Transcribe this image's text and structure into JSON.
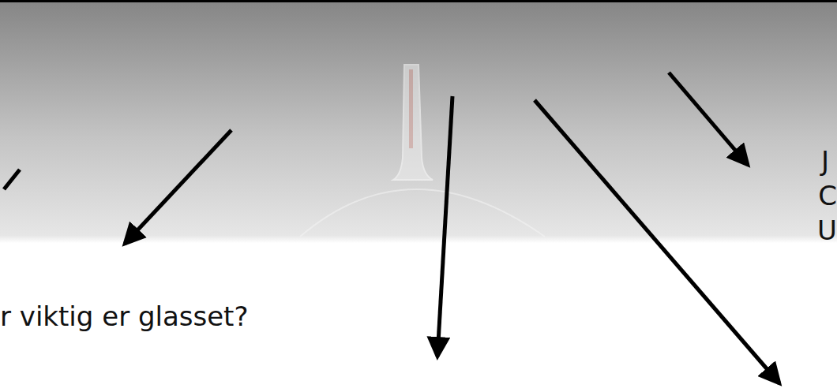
{
  "diagram": {
    "labels": [
      "r viktig er glasset?",
      "J",
      "C",
      "U"
    ]
  }
}
